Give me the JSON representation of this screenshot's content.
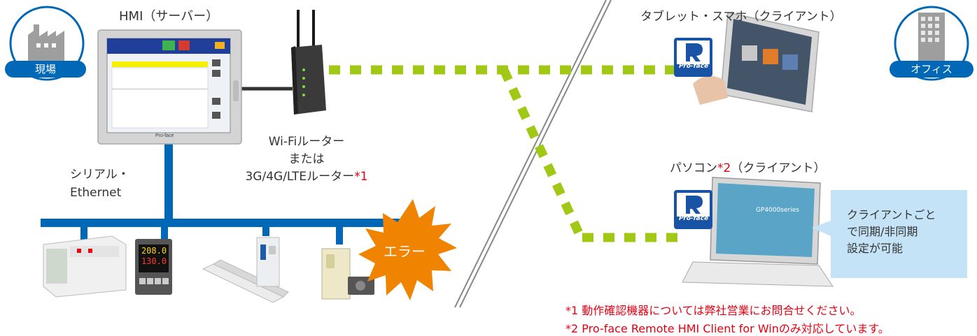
{
  "hmi": {
    "label": "HMI（サーバー）",
    "badge": "Pro-face"
  },
  "site_badge": {
    "label": "現場"
  },
  "office_badge": {
    "label": "オフィス"
  },
  "tablet": {
    "label": "タブレット・スマホ（クライアント）"
  },
  "pc": {
    "label_main": "パソコン",
    "label_note_ref": "*2",
    "label_suffix": "（クライアント）",
    "screen_text": "GP4000series"
  },
  "router": {
    "line1": "Wi-Fiルーター",
    "line2": "または",
    "line3_main": "3G/4G/LTEルーター",
    "line3_note_ref": "*1"
  },
  "bus": {
    "line1": "シリアル・",
    "line2": "Ethernet"
  },
  "error": {
    "label": "エラー"
  },
  "controller_display": {
    "top": "208.0",
    "bottom": "130.0"
  },
  "bubble": {
    "line1": "クライアントごと",
    "line2": "で同期/非同期",
    "line3": "設定が可能"
  },
  "logo": {
    "text": "Pro-face"
  },
  "notes": [
    "*1 動作確認機器については弊社営業にお問合せください。",
    "*2 Pro-face Remote HMI Client for Winのみ対応しています。"
  ],
  "colors": {
    "accent_blue": "#0068b7",
    "wireless_green": "#a0c814",
    "error_orange": "#f08300",
    "note_red": "#e60012",
    "bubble_blue": "#c5e3f6"
  }
}
